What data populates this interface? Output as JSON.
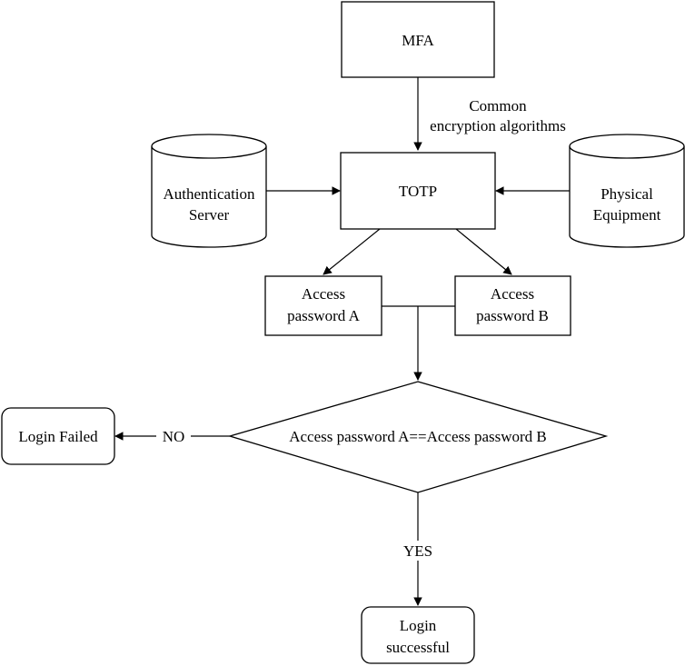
{
  "nodes": {
    "mfa": {
      "label": "MFA"
    },
    "totp": {
      "label": "TOTP"
    },
    "auth_server": {
      "lines": [
        "Authentication",
        "Server"
      ]
    },
    "physical_equipment": {
      "lines": [
        "Physical",
        "Equipment"
      ]
    },
    "password_a": {
      "lines": [
        "Access",
        "password A"
      ]
    },
    "password_b": {
      "lines": [
        "Access",
        "password B"
      ]
    },
    "decision": {
      "label": "Access password A==Access password B"
    },
    "login_failed": {
      "label": "Login Failed"
    },
    "login_successful": {
      "lines": [
        "Login",
        "successful"
      ]
    }
  },
  "edges": {
    "mfa_to_totp": {
      "lines": [
        "Common",
        "encryption algorithms"
      ]
    },
    "no_branch": {
      "label": "NO"
    },
    "yes_branch": {
      "label": "YES"
    }
  }
}
